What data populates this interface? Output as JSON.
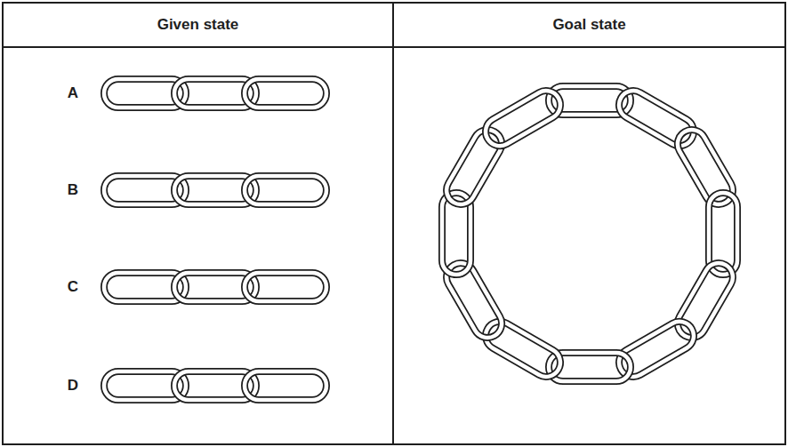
{
  "diagram": {
    "nodes": [
      {
        "text": [
          "Given state"
        ]
      },
      {
        "text": [
          "Goal state"
        ]
      }
    ],
    "labels": [
      "A",
      "B",
      "C",
      "D"
    ]
  }
}
